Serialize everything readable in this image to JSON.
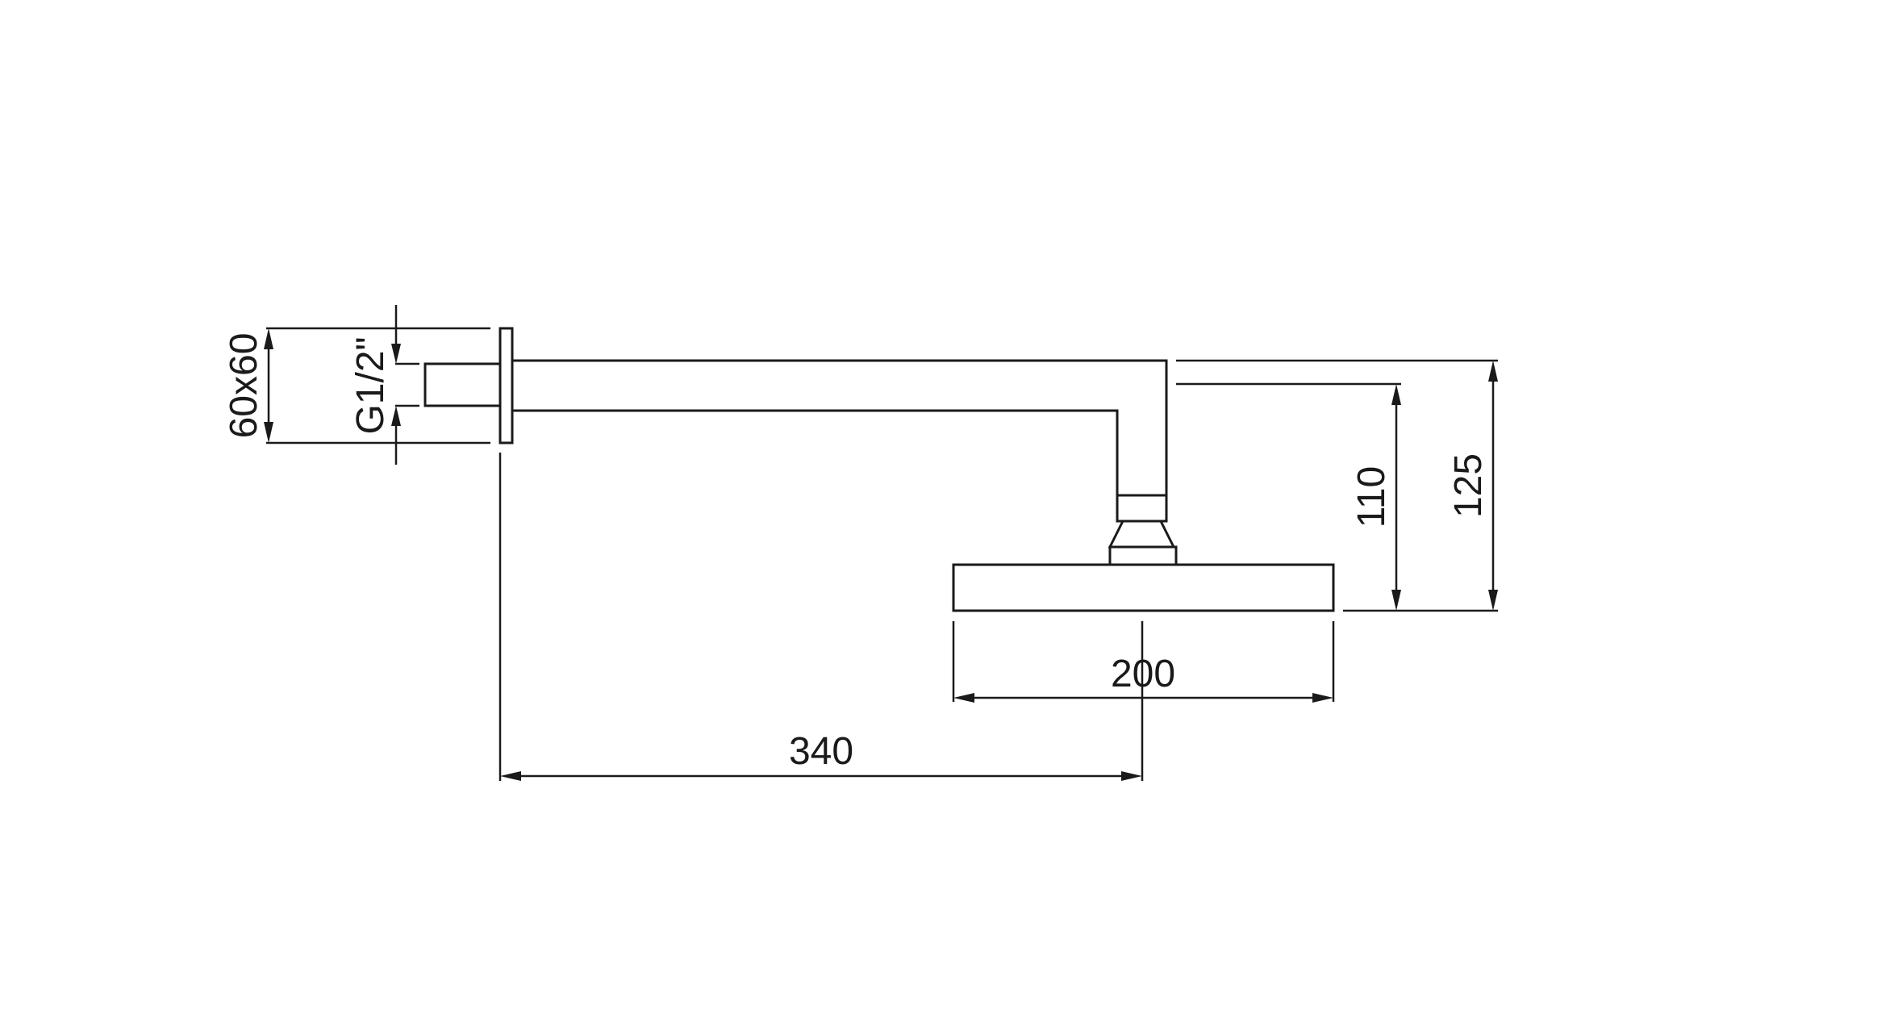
{
  "drawing": {
    "dimensions": {
      "flange_size": "60x60",
      "thread": "G1/2\"",
      "arm_drop": "110",
      "total_drop": "125",
      "head_width": "200",
      "projection": "340"
    },
    "colors": {
      "line": "#1a1a1a",
      "background": "#ffffff"
    }
  }
}
